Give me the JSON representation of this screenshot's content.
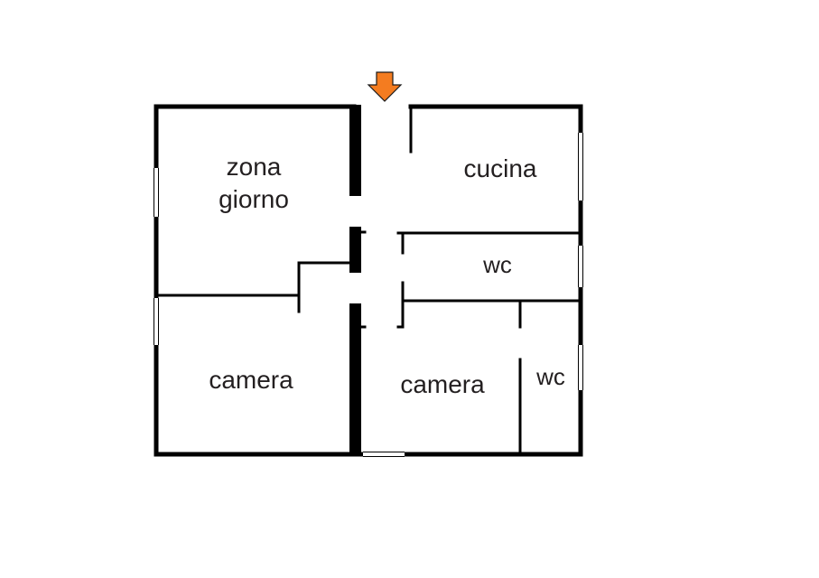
{
  "rooms": [
    {
      "id": "zona-giorno",
      "lines": [
        "zona",
        "giorno"
      ]
    },
    {
      "id": "cucina",
      "lines": [
        "cucina"
      ]
    },
    {
      "id": "wc-1",
      "lines": [
        "wc"
      ]
    },
    {
      "id": "camera-1",
      "lines": [
        "camera"
      ]
    },
    {
      "id": "camera-2",
      "lines": [
        "camera"
      ]
    },
    {
      "id": "wc-2",
      "lines": [
        "wc"
      ]
    }
  ],
  "colors": {
    "wall": "#000000",
    "entrance_arrow": "#f47c20",
    "entrance_arrow_stroke": "#1a1a1a",
    "label": "#231f20",
    "background": "#ffffff"
  },
  "icons": {
    "entrance": "entrance-arrow-icon"
  }
}
